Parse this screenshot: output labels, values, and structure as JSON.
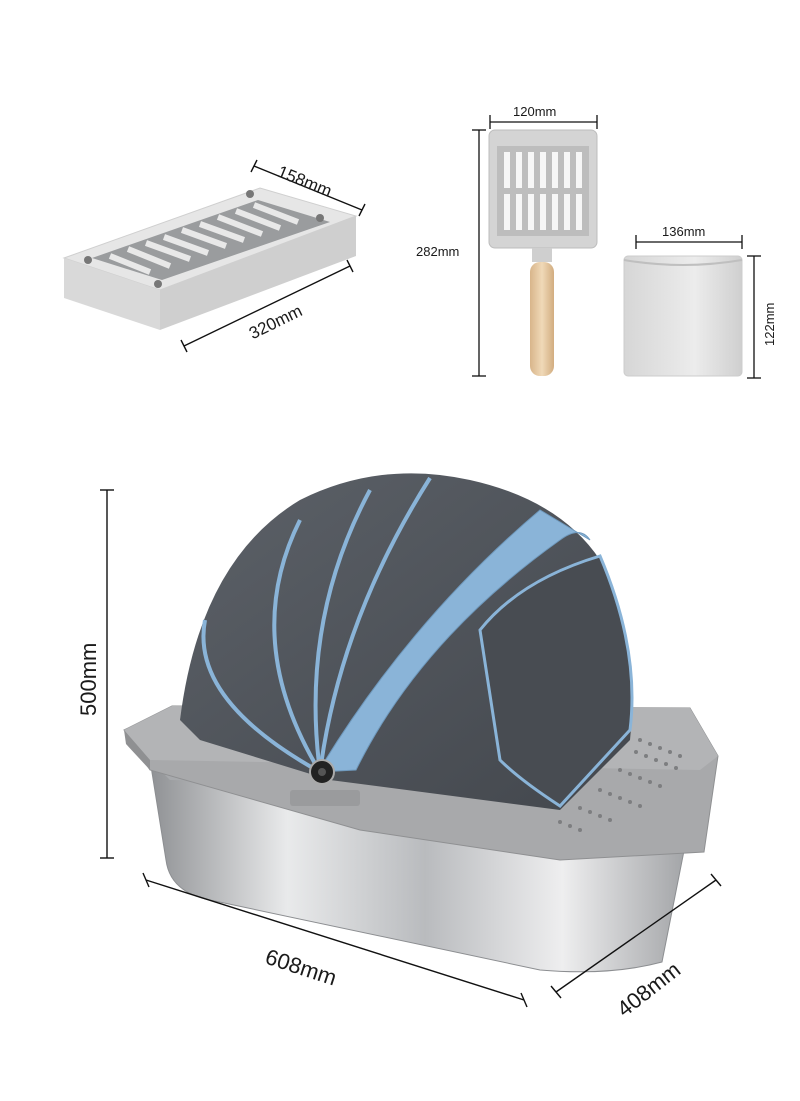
{
  "colors": {
    "background": "#ffffff",
    "tray_gray": "#d8d8d8",
    "fabric_gray": "#4f545b",
    "piping_blue": "#8ab4d8",
    "steel": "#c9cacc",
    "wood": "#e3c7a3"
  },
  "labels": {
    "mat_width": "158mm",
    "mat_length": "320mm",
    "scoop_width": "120mm",
    "scoop_height": "282mm",
    "holder_width": "136mm",
    "holder_height": "122mm",
    "box_height": "500mm",
    "box_length": "608mm",
    "box_depth": "408mm"
  }
}
